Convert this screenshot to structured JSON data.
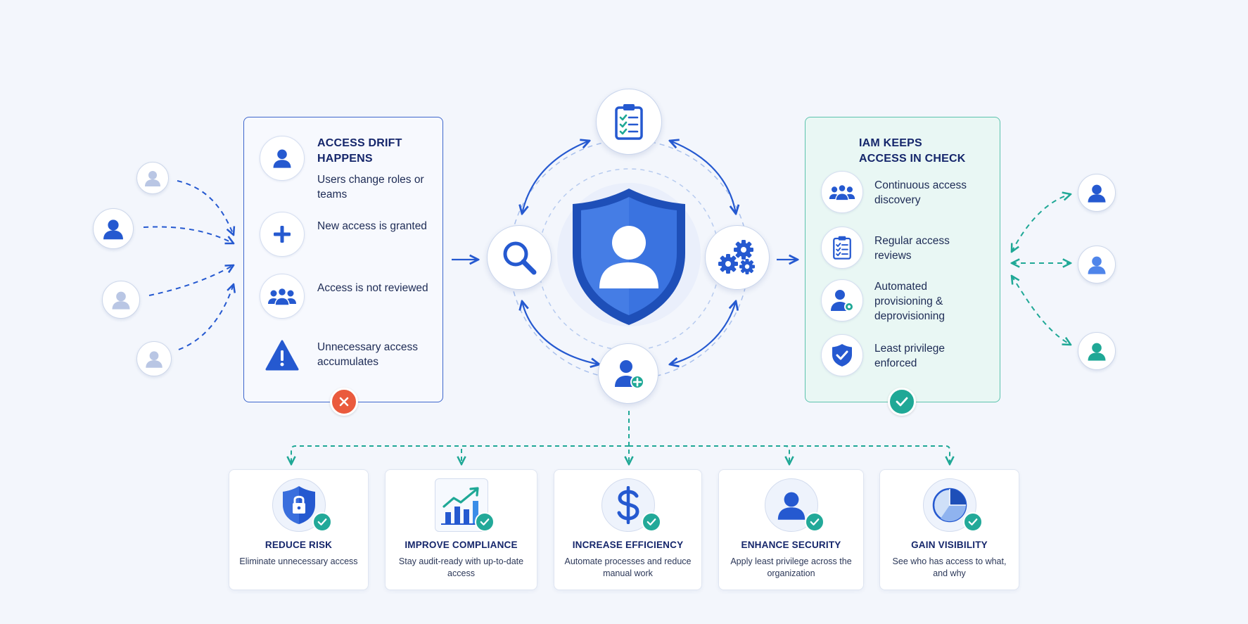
{
  "left_panel": {
    "title": "ACCESS DRIFT HAPPENS",
    "items": [
      {
        "icon": "user-icon",
        "text": "Users change roles or teams"
      },
      {
        "icon": "plus-icon",
        "text": "New access is granted"
      },
      {
        "icon": "users-group-icon",
        "text": "Access is not reviewed"
      },
      {
        "icon": "warning-icon",
        "text": "Unnecessary access accumulates"
      }
    ],
    "status_icon": "close-icon"
  },
  "right_panel": {
    "title": "IAM KEEPS ACCESS IN CHECK",
    "items": [
      {
        "icon": "users-group-icon",
        "text": "Continuous access discovery"
      },
      {
        "icon": "clipboard-checklist-icon",
        "text": "Regular access reviews"
      },
      {
        "icon": "user-gear-icon",
        "text": "Automated provisioning & deprovisioning"
      },
      {
        "icon": "shield-check-icon",
        "text": "Least privilege enforced"
      }
    ],
    "status_icon": "check-icon"
  },
  "center": {
    "core_icon": "shield-user-icon",
    "nodes": [
      "clipboard-checklist-icon",
      "magnifier-icon",
      "gears-icon",
      "user-add-icon"
    ]
  },
  "benefits": [
    {
      "icon": "shield-lock-icon",
      "title": "REDUCE RISK",
      "desc": "Eliminate unnecessary access"
    },
    {
      "icon": "growth-chart-icon",
      "title": "IMPROVE COMPLIANCE",
      "desc": "Stay audit-ready with up-to-date access"
    },
    {
      "icon": "dollar-icon",
      "title": "INCREASE EFFICIENCY",
      "desc": "Automate processes and reduce manual work"
    },
    {
      "icon": "user-icon",
      "title": "ENHANCE SECURITY",
      "desc": "Apply least privilege across the organization"
    },
    {
      "icon": "pie-chart-icon",
      "title": "GAIN VISIBILITY",
      "desc": "See who has access to what, and why"
    }
  ],
  "colors": {
    "primary_blue": "#2559d0",
    "navy_text": "#15266b",
    "teal": "#1fa896",
    "red": "#ea5a3d",
    "background": "#f3f6fc",
    "right_panel_fill": "#e9f7f4"
  }
}
